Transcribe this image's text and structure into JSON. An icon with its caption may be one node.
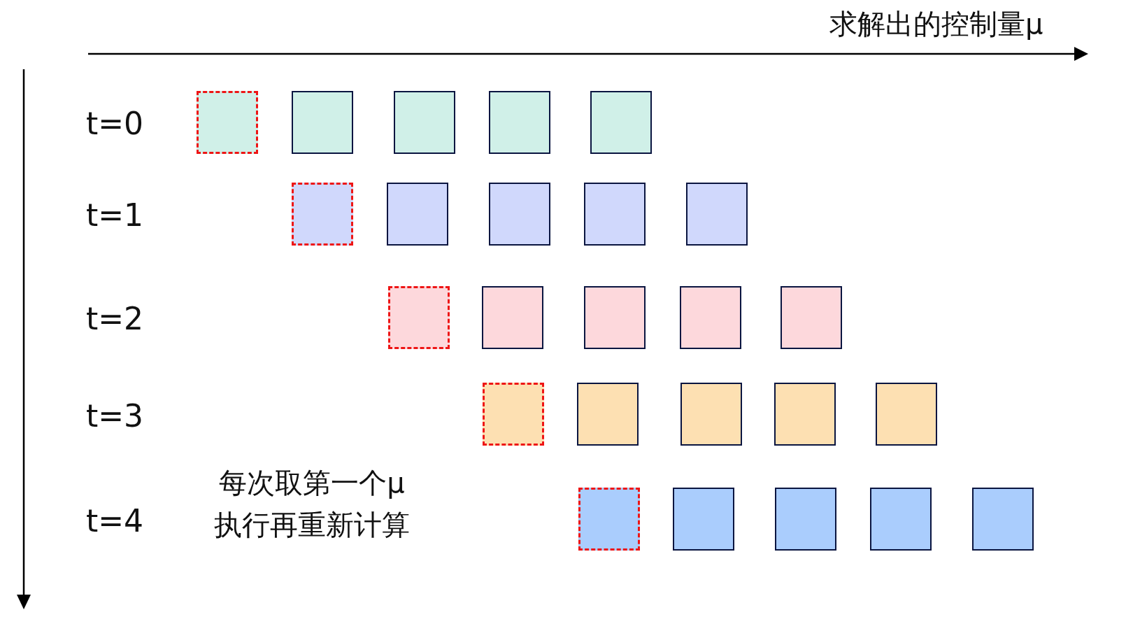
{
  "diagram": {
    "nodes": [
      {
        "text": [],
        "shape": "box"
      },
      {
        "text": [],
        "shape": "box"
      },
      {
        "text": [],
        "shape": "box"
      },
      {
        "text": [],
        "shape": "box"
      },
      {
        "text": [],
        "shape": "box"
      },
      {
        "text": [],
        "shape": "box"
      },
      {
        "text": [],
        "shape": "box"
      },
      {
        "text": [],
        "shape": "box"
      },
      {
        "text": [],
        "shape": "box"
      },
      {
        "text": [],
        "shape": "box"
      },
      {
        "text": [],
        "shape": "box"
      },
      {
        "text": [],
        "shape": "box"
      },
      {
        "text": [],
        "shape": "box"
      },
      {
        "text": [],
        "shape": "box"
      },
      {
        "text": [],
        "shape": "box"
      },
      {
        "text": [],
        "shape": "box"
      },
      {
        "text": [],
        "shape": "box"
      },
      {
        "text": [],
        "shape": "box"
      },
      {
        "text": [],
        "shape": "box"
      },
      {
        "text": [],
        "shape": "box"
      },
      {
        "text": [],
        "shape": "box"
      },
      {
        "text": [],
        "shape": "box"
      },
      {
        "text": [],
        "shape": "box"
      },
      {
        "text": [],
        "shape": "box"
      },
      {
        "text": [],
        "shape": "box"
      }
    ],
    "labels": [
      "求解出的控制量μ",
      "t=0",
      "t=1",
      "t=2",
      "t=3",
      "t=4",
      "每次取第一个μ执行再重新计算"
    ]
  }
}
